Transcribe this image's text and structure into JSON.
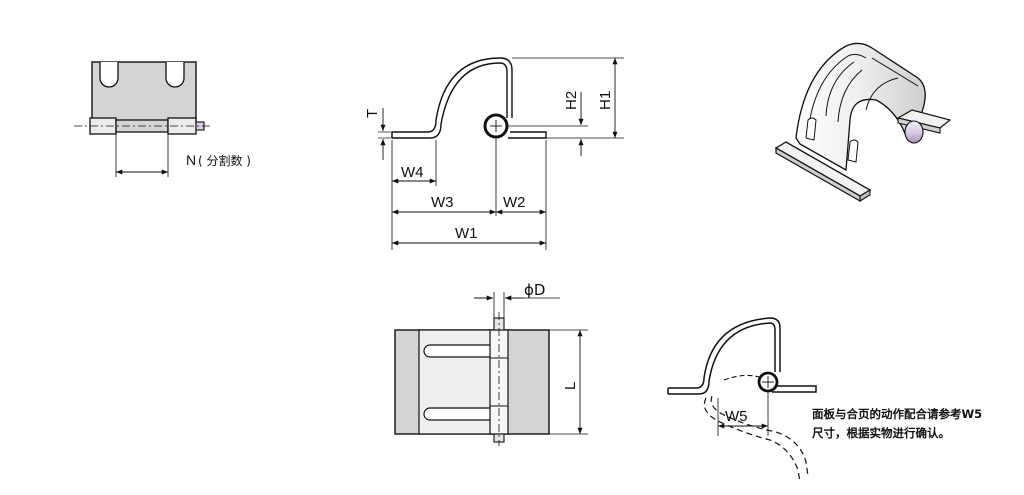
{
  "labels": {
    "N": "N",
    "N_note": "( 分割数 )",
    "T": "T",
    "W1": "W1",
    "W2": "W2",
    "W3": "W3",
    "W4": "W4",
    "H1": "H1",
    "H2": "H2",
    "D": "ϕD",
    "L": "L",
    "W5": "W5"
  },
  "note": {
    "line1": "面板与合页的动作配合请参考W5",
    "line2": "尺寸，根据实物进行确认。"
  },
  "colors": {
    "line": "#111111",
    "fill_gray": "#d4d4d4",
    "fill_light": "#ececec"
  }
}
